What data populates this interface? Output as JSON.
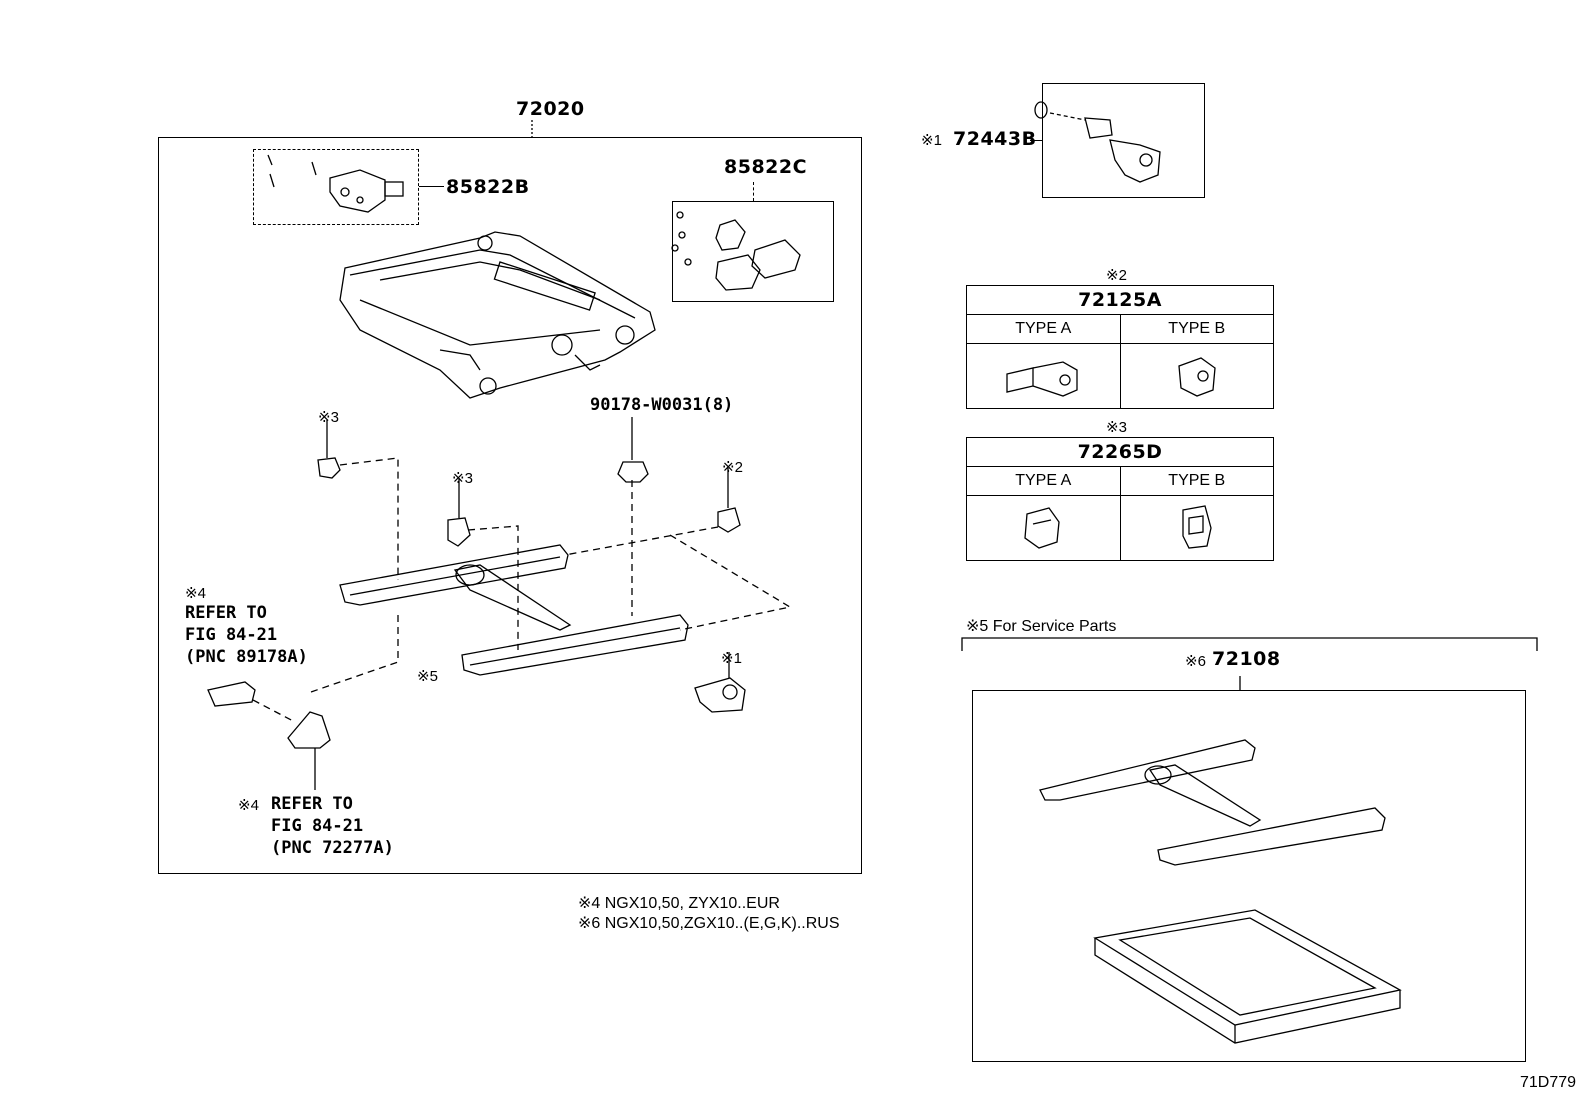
{
  "main_assembly": {
    "part_no": "72020",
    "motor_left": "85822B",
    "motor_right": "85822C",
    "bolt": "90178-W0031(8)",
    "mark_3a": "※3",
    "mark_3b": "※3",
    "mark_2": "※2",
    "mark_1": "※1",
    "mark_5": "※5",
    "ref_a": {
      "mark": "※4",
      "lines": [
        "REFER TO",
        "FIG 84-21",
        "(PNC 89178A)"
      ]
    },
    "ref_b": {
      "mark": "※4",
      "lines": [
        "REFER TO",
        "FIG 84-21",
        "(PNC 72277A)"
      ]
    }
  },
  "part_72443b": {
    "mark": "※1",
    "part_no": "72443B"
  },
  "table_72125a": {
    "mark": "※2",
    "part_no": "72125A",
    "col_a": "TYPE A",
    "col_b": "TYPE B"
  },
  "table_72265d": {
    "mark": "※3",
    "part_no": "72265D",
    "col_a": "TYPE A",
    "col_b": "TYPE B"
  },
  "service": {
    "note": "※5 For Service Parts",
    "mark": "※6",
    "part_no": "72108"
  },
  "footnotes": [
    "※4 NGX10,50, ZYX10..EUR",
    "※6 NGX10,50,ZGX10..(E,G,K)..RUS"
  ],
  "figure_id": "71D779"
}
